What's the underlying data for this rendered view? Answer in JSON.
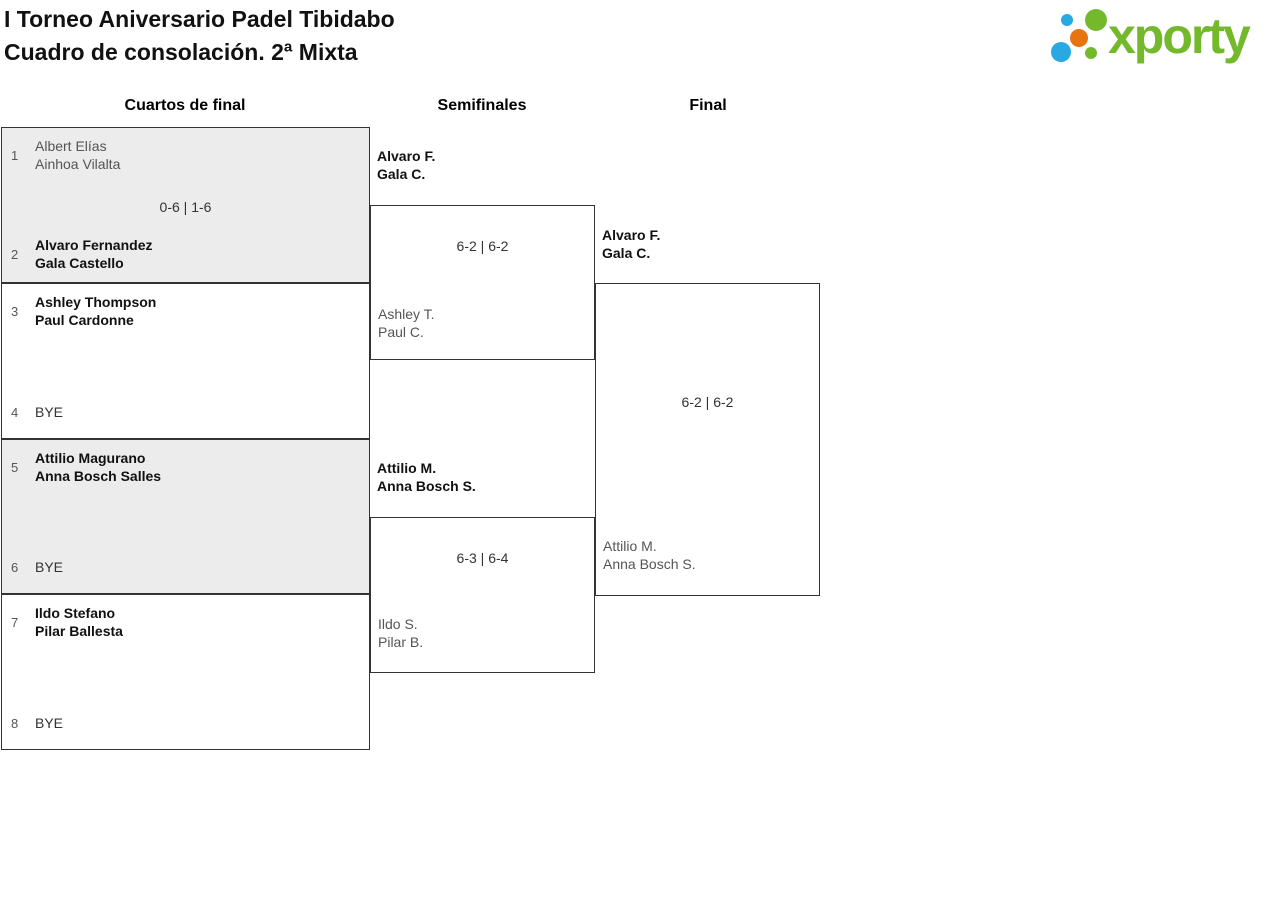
{
  "header": {
    "title_line1": "I Torneo Aniversario Padel Tibidabo",
    "title_line2": "Cuadro de consolación. 2ª Mixta",
    "logo_text": "xporty"
  },
  "colors": {
    "brand_green": "#74b92c",
    "brand_blue": "#29a9e1",
    "brand_orange": "#e87311",
    "box_fill": "#ececec",
    "box_border": "#333333",
    "winner_text": "#111111",
    "loser_text": "#555555"
  },
  "columns": [
    {
      "label": "Cuartos de final"
    },
    {
      "label": "Semifinales"
    },
    {
      "label": "Final"
    }
  ],
  "bracket": {
    "quarterfinals": [
      {
        "top": {
          "seed": "1",
          "players": [
            "Albert Elías",
            "Ainhoa Vilalta"
          ]
        },
        "bottom": {
          "seed": "2",
          "players": [
            "Alvaro Fernandez",
            "Gala Castello"
          ]
        },
        "score": "0-6 | 1-6"
      },
      {
        "top": {
          "seed": "3",
          "players": [
            "Ashley Thompson",
            "Paul Cardonne"
          ]
        },
        "bottom": {
          "seed": "4",
          "players": [
            "BYE"
          ]
        },
        "score": ""
      },
      {
        "top": {
          "seed": "5",
          "players": [
            "Attilio Magurano",
            "Anna Bosch Salles"
          ]
        },
        "bottom": {
          "seed": "6",
          "players": [
            "BYE"
          ]
        },
        "score": ""
      },
      {
        "top": {
          "seed": "7",
          "players": [
            "Ildo Stefano",
            "Pilar Ballesta"
          ]
        },
        "bottom": {
          "seed": "8",
          "players": [
            "BYE"
          ]
        },
        "score": ""
      }
    ],
    "semifinals": [
      {
        "top": {
          "players": [
            "Alvaro F.",
            "Gala C."
          ]
        },
        "bottom": {
          "players": [
            "Ashley T.",
            "Paul C."
          ]
        },
        "score": "6-2 | 6-2"
      },
      {
        "top": {
          "players": [
            "Attilio M.",
            "Anna Bosch S."
          ]
        },
        "bottom": {
          "players": [
            "Ildo S.",
            "Pilar B."
          ]
        },
        "score": "6-3 | 6-4"
      }
    ],
    "final": {
      "top": {
        "players": [
          "Alvaro F.",
          "Gala C."
        ]
      },
      "bottom": {
        "players": [
          "Attilio M.",
          "Anna Bosch S."
        ]
      },
      "score": "6-2 | 6-2"
    }
  }
}
